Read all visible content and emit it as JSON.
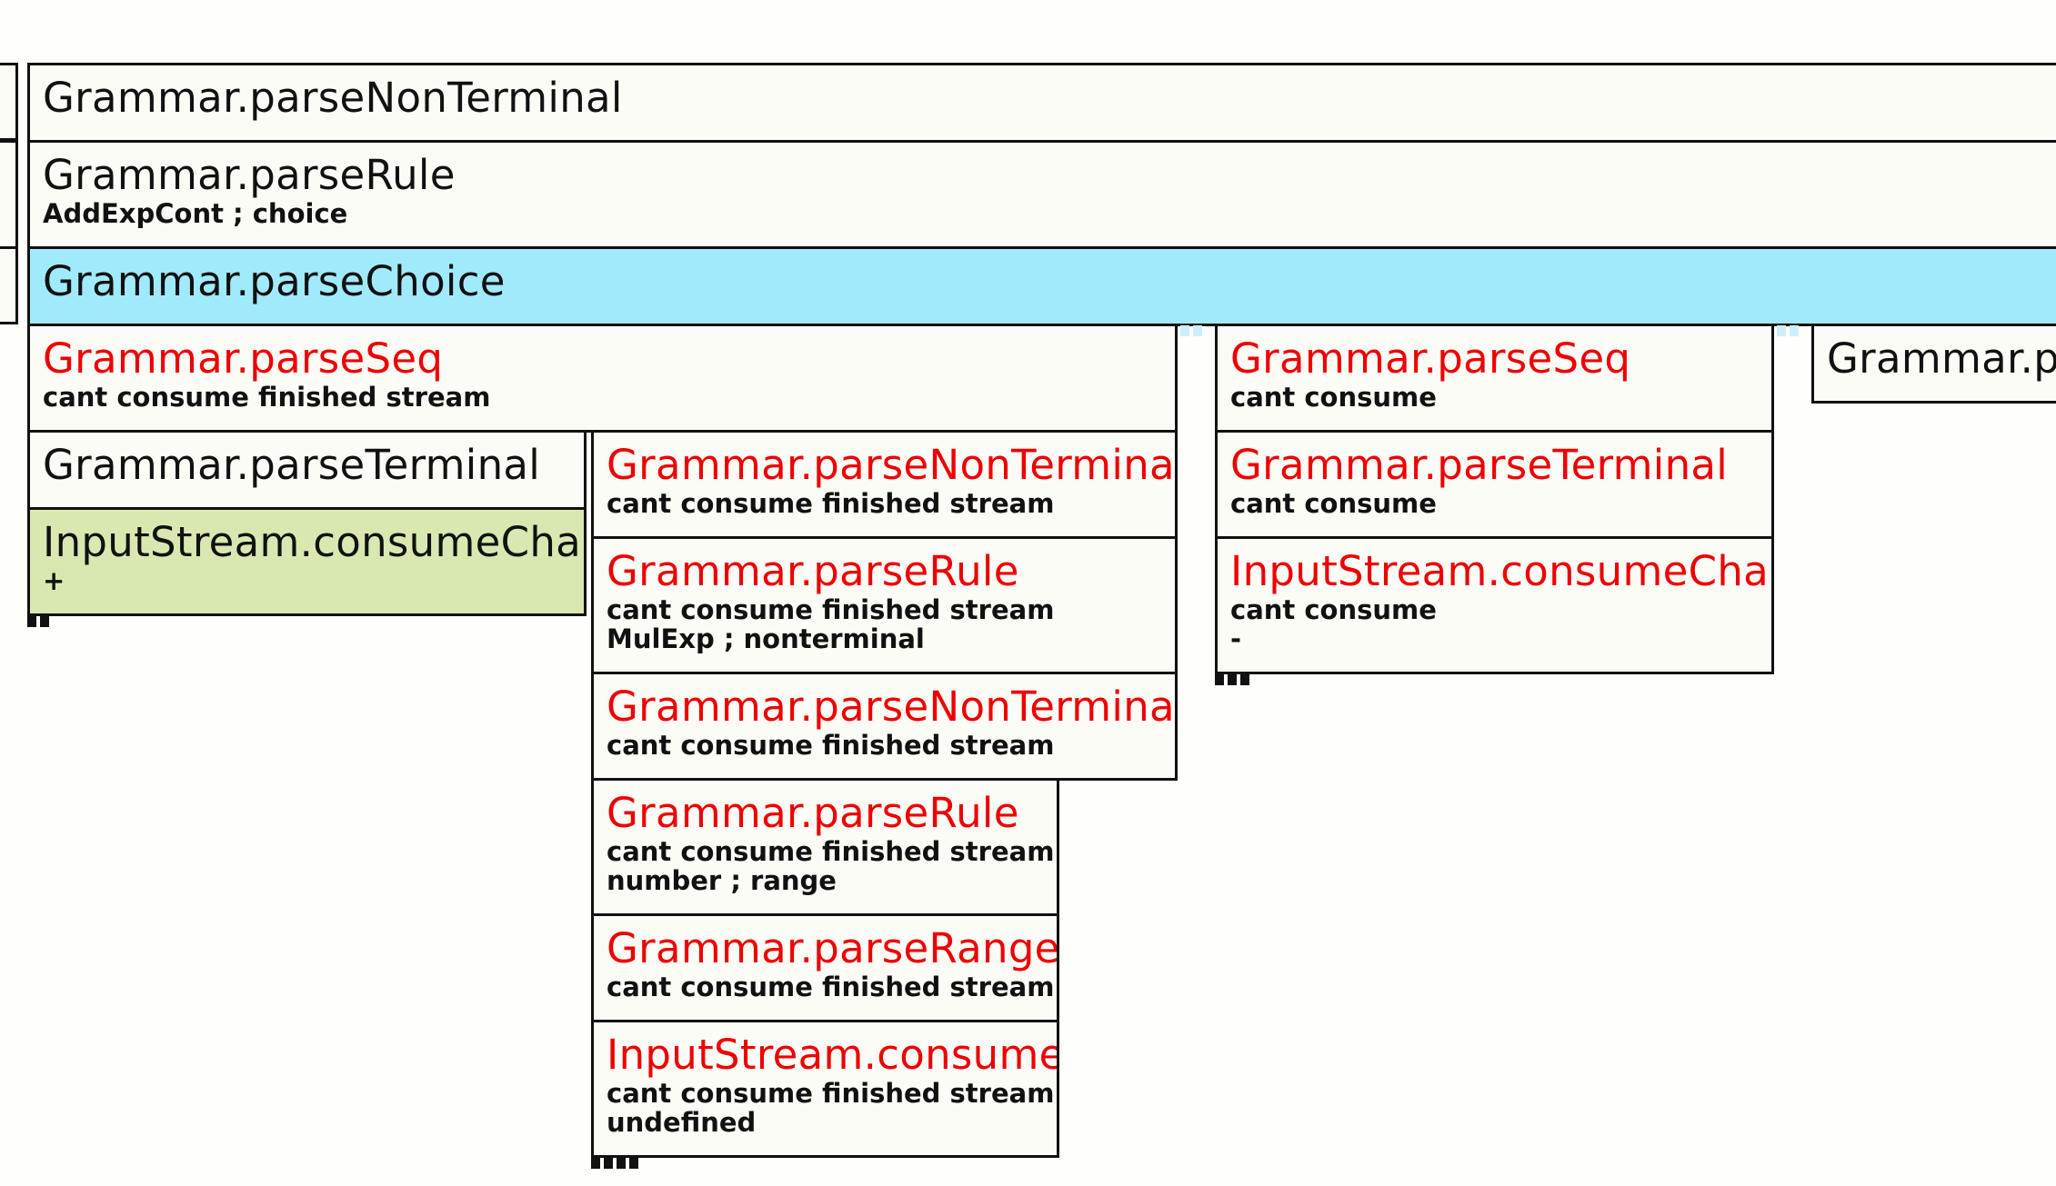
{
  "trace": {
    "left_stub_1": "1",
    "left_stub_2": "1",
    "row1": {
      "title": "Grammar.parseNonTerminal"
    },
    "row2": {
      "title": "Grammar.parseRule",
      "sub": "AddExpCont ; choice"
    },
    "row3": {
      "title": "Grammar.parseChoice"
    },
    "col1": {
      "seq": {
        "title": "Grammar.parseSeq",
        "sub": "cant consume finished stream"
      },
      "terminal": {
        "title": "Grammar.parseTerminal"
      },
      "consumeChar": {
        "title": "InputStream.consumeChar",
        "sub": "+"
      }
    },
    "col2": {
      "n1": {
        "title": "Grammar.parseNonTerminal",
        "sub": "cant consume finished stream"
      },
      "n2": {
        "title": "Grammar.parseRule",
        "sub": "cant consume finished stream",
        "sub2": "MulExp ; nonterminal"
      },
      "n3": {
        "title": "Grammar.parseNonTerminal",
        "sub": "cant consume finished stream"
      },
      "n4": {
        "title": "Grammar.parseRule",
        "sub": "cant consume finished stream",
        "sub2": "number ; range"
      },
      "n5": {
        "title": "Grammar.parseRange",
        "sub": "cant consume finished stream"
      },
      "n6": {
        "title": "InputStream.consume",
        "sub": "cant consume finished stream",
        "sub2": "undefined"
      }
    },
    "col3": {
      "seq": {
        "title": "Grammar.parseSeq",
        "sub": "cant consume"
      },
      "terminal": {
        "title": "Grammar.parseTerminal",
        "sub": "cant consume"
      },
      "consumeChar": {
        "title": "InputStream.consumeChar",
        "sub": "cant consume",
        "sub2": "-"
      }
    },
    "col4": {
      "title": "Grammar.parseSeq"
    }
  },
  "colors": {
    "selected": "#a0ebfb",
    "success": "#d9e8b1",
    "error_text": "#ee0000"
  }
}
